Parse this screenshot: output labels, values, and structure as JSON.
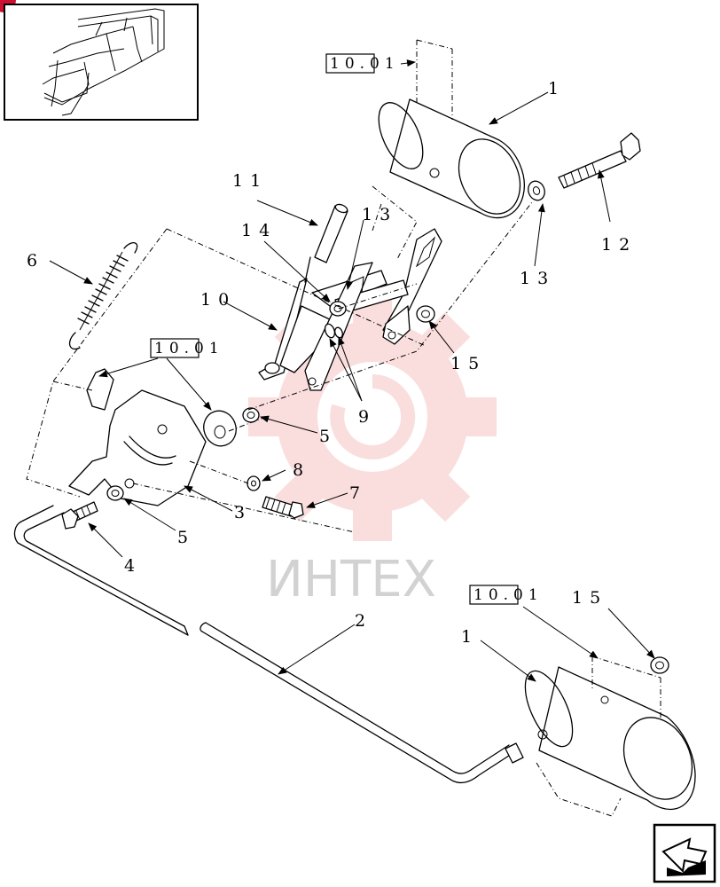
{
  "watermark": {
    "text": "ИНТЕХ",
    "color": "#e23a3a"
  },
  "badge": {
    "color": "#cc1133"
  },
  "references": [
    "10.01",
    "10.01",
    "10.01"
  ],
  "callouts": {
    "c1_top": "1",
    "c1_bottom": "1",
    "c2": "2",
    "c3": "3",
    "c4": "4",
    "c5_a": "5",
    "c5_b": "5",
    "c6": "6",
    "c7": "7",
    "c8": "8",
    "c9": "9",
    "c10": "10",
    "c11": "11",
    "c12": "12",
    "c13_a": "13",
    "c13_b": "13",
    "c14": "14",
    "c15_a": "15",
    "c15_b": "15"
  },
  "icons": {
    "thumbnail": "loader-frame-thumbnail",
    "nav": "next-page-arrow-icon"
  }
}
